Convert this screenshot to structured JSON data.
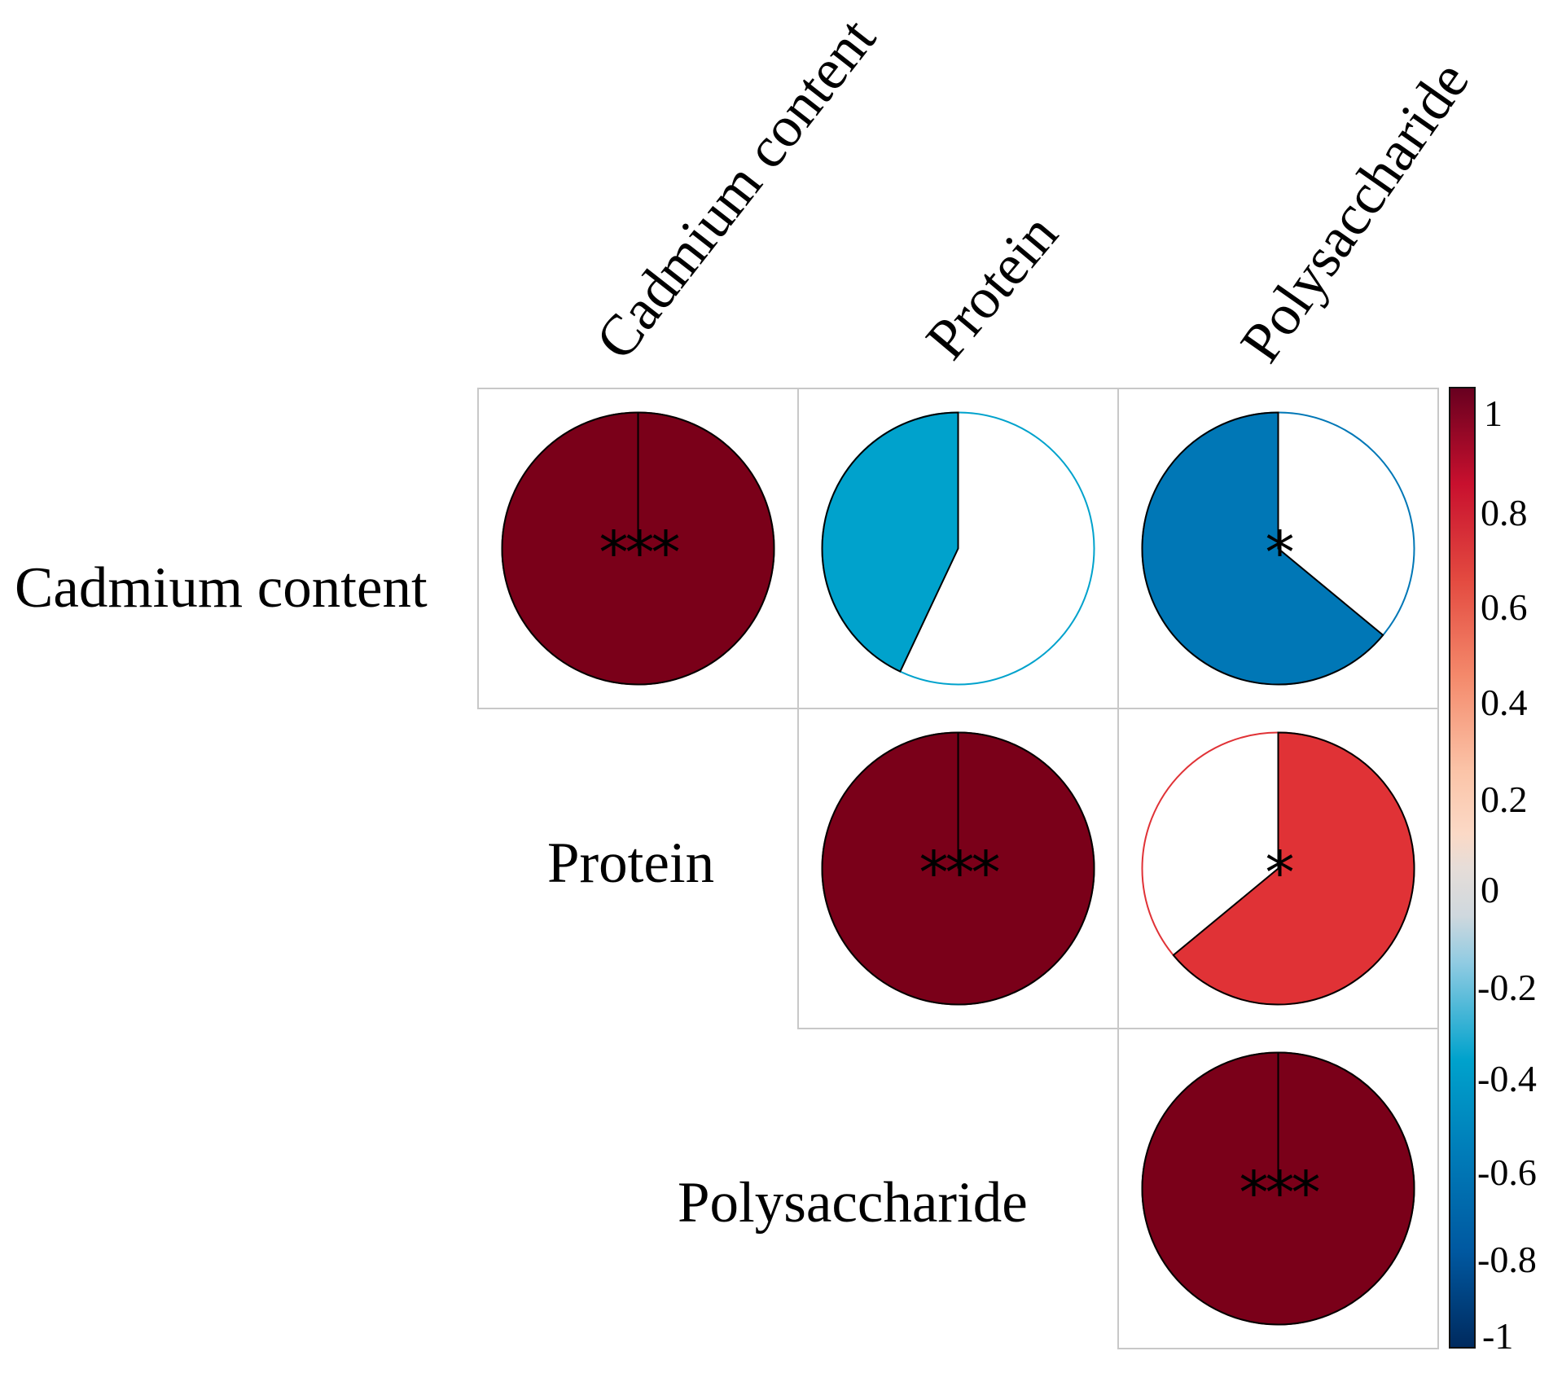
{
  "chart_data": {
    "type": "heatmap",
    "subtype": "correlation-matrix-pie (upper triangle)",
    "title": "",
    "variables": [
      "Cadmium content",
      "Protein",
      "Polysaccharide"
    ],
    "matrix": [
      [
        1.0,
        -0.43,
        -0.64
      ],
      [
        -0.43,
        1.0,
        0.64
      ],
      [
        -0.64,
        0.64,
        1.0
      ]
    ],
    "significance": [
      [
        "***",
        "",
        "*"
      ],
      [
        "",
        "***",
        "*"
      ],
      [
        "*",
        "*",
        "***"
      ]
    ],
    "cells": [
      {
        "row": "Cadmium content",
        "col": "Cadmium content",
        "r": 1.0,
        "sig": "***",
        "color": "#7a0019"
      },
      {
        "row": "Cadmium content",
        "col": "Protein",
        "r": -0.43,
        "sig": "",
        "color": "#00a2cc"
      },
      {
        "row": "Cadmium content",
        "col": "Polysaccharide",
        "r": -0.64,
        "sig": "*",
        "color": "#0077b6"
      },
      {
        "row": "Protein",
        "col": "Protein",
        "r": 1.0,
        "sig": "***",
        "color": "#7a0019"
      },
      {
        "row": "Protein",
        "col": "Polysaccharide",
        "r": 0.64,
        "sig": "*",
        "color": "#e03236"
      },
      {
        "row": "Polysaccharide",
        "col": "Polysaccharide",
        "r": 1.0,
        "sig": "***",
        "color": "#7a0019"
      }
    ],
    "colorbar": {
      "range": [
        -1,
        1
      ],
      "ticks": [
        "1",
        "0.8",
        "0.6",
        "0.4",
        "0.2",
        "0",
        "-0.2",
        "-0.4",
        "-0.6",
        "-0.8",
        "-1"
      ],
      "stops": [
        {
          "v": 1.0,
          "c": "#67001f"
        },
        {
          "v": 0.8,
          "c": "#c8102e"
        },
        {
          "v": 0.6,
          "c": "#e34a40"
        },
        {
          "v": 0.4,
          "c": "#f4896b"
        },
        {
          "v": 0.2,
          "c": "#fbc4a8"
        },
        {
          "v": 0.07,
          "c": "#fbd9c6"
        },
        {
          "v": 0.0,
          "c": "#e6ddd8"
        },
        {
          "v": -0.1,
          "c": "#cfd8de"
        },
        {
          "v": -0.2,
          "c": "#8fcbe2"
        },
        {
          "v": -0.4,
          "c": "#00a2cc"
        },
        {
          "v": -0.6,
          "c": "#007bb8"
        },
        {
          "v": -0.8,
          "c": "#0058a0"
        },
        {
          "v": -1.0,
          "c": "#002a5e"
        }
      ]
    },
    "legend_position": "right",
    "grid": true
  },
  "labels": {
    "rows": [
      "Cadmium content",
      "Protein",
      "Polysaccharide"
    ],
    "cols": [
      "Cadmium content",
      "Protein",
      "Polysaccharide"
    ]
  }
}
